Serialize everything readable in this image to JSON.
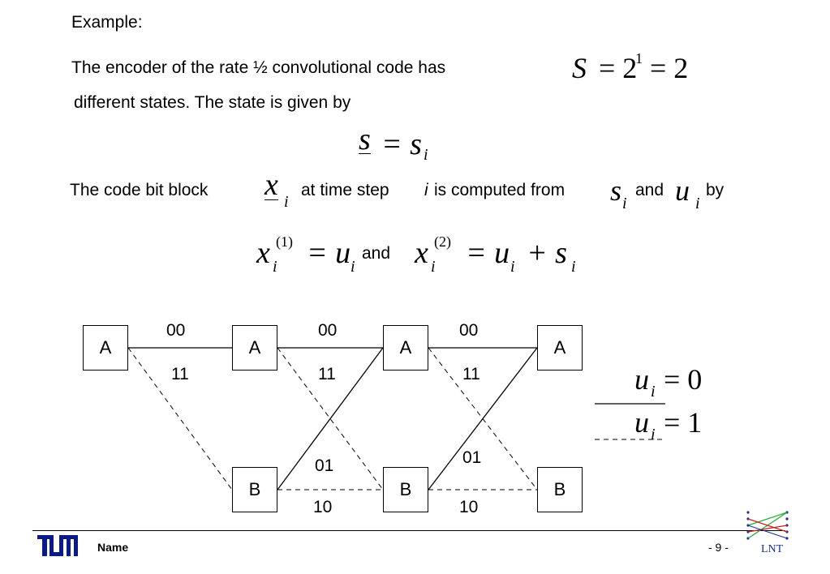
{
  "heading": "Example:",
  "para1_line1": "The encoder of the rate ½ convolutional code has",
  "para1_line2": "different states. The state is given by",
  "para2": {
    "before": "The code bit block",
    "middle": "at time step",
    "i": "i",
    "is_computed": "is computed from",
    "and": "and",
    "by": "by"
  },
  "eq_states": {
    "S": "S",
    "eq1": "= 2",
    "exp": "1",
    "eq2": "= 2"
  },
  "eq_state": {
    "s": "s",
    "eq": "= s",
    "sub": "i"
  },
  "inline_vars": {
    "x": "x",
    "s": "s",
    "u": "u",
    "sub": "i"
  },
  "eq_code": {
    "x1": "x",
    "sup1": "(1)",
    "rhs1": "= u",
    "sub": "i",
    "and": "and",
    "x2": "x",
    "sup2": "(2)",
    "rhs2": "= u",
    "plus": "+ s"
  },
  "trellis": {
    "nodes_top": [
      "A",
      "A",
      "A",
      "A"
    ],
    "nodes_bottom": [
      "B",
      "B",
      "B"
    ],
    "labels_00": [
      "00",
      "00",
      "00"
    ],
    "labels_11": [
      "11",
      "11",
      "11"
    ],
    "labels_01": [
      "01",
      "01"
    ],
    "labels_10": [
      "10",
      "10"
    ]
  },
  "legend": {
    "solid": {
      "u": "u",
      "sub": "i",
      "eq": "= 0"
    },
    "dashed": {
      "u": "u",
      "sub": "i",
      "eq": "= 1"
    }
  },
  "footer": {
    "logo": "TUM",
    "name": "Name",
    "page": "- 9 -",
    "lnt": "LNT"
  }
}
